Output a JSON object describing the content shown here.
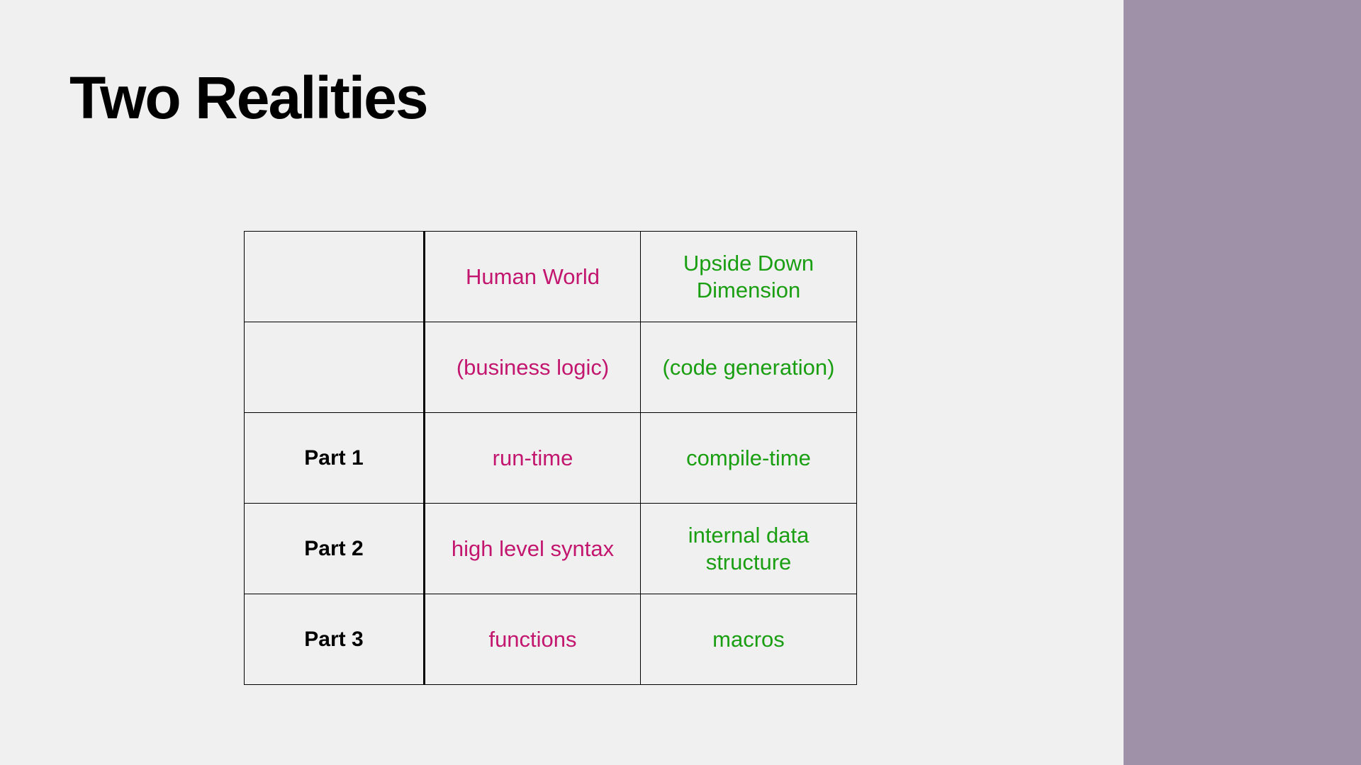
{
  "slide": {
    "title": "Two Realities",
    "colors": {
      "background": "#f0f0f0",
      "side_panel": "#9e91a8",
      "human_world": "#c2166f",
      "upside_down": "#1a9e12",
      "label": "#000000"
    }
  },
  "table": {
    "rows": [
      {
        "label": "",
        "human": "Human World",
        "upside": "Upside Down Dimension"
      },
      {
        "label": "",
        "human": "(business logic)",
        "upside": "(code generation)"
      },
      {
        "label": "Part 1",
        "human": "run-time",
        "upside": "compile-time"
      },
      {
        "label": "Part 2",
        "human": "high level syntax",
        "upside": "internal data structure"
      },
      {
        "label": "Part 3",
        "human": "functions",
        "upside": "macros"
      }
    ]
  }
}
